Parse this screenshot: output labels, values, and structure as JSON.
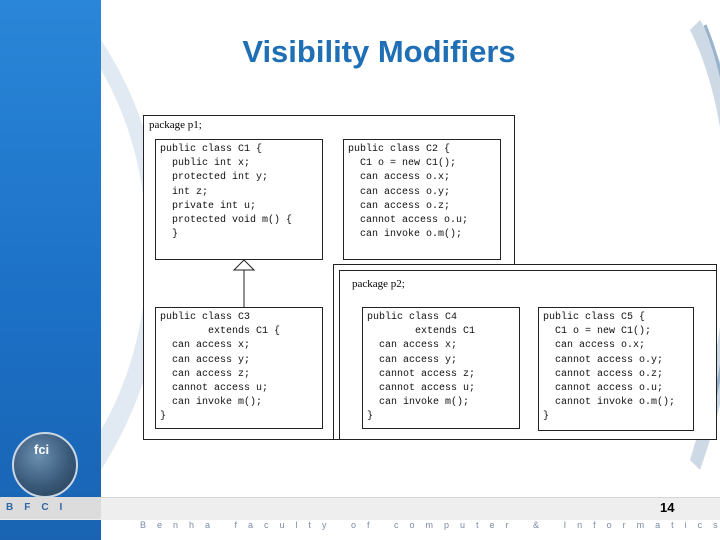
{
  "slide": {
    "title": "Visibility Modifiers",
    "page_number": "14",
    "brand": "BFCI",
    "tagline": "Benha faculty of computer & Informatics",
    "logo_text": "fci"
  },
  "packages": [
    {
      "label": "package p1;"
    },
    {
      "label": "package p2;"
    }
  ],
  "classes": [
    {
      "lines": [
        "public class C1 {",
        "  public int x;",
        "  protected int y;",
        "  int z;",
        "  private int u;",
        "",
        "  protected void m() {",
        "  }",
        "}"
      ]
    },
    {
      "lines": [
        "public class C2 {",
        "  C1 o = new C1();",
        "  can access o.x;",
        "  can access o.y;",
        "  can access o.z;",
        "  cannot access o.u;",
        "",
        "  can invoke o.m();",
        "}"
      ]
    },
    {
      "lines": [
        "public class C3",
        "        extends C1 {",
        "  can access x;",
        "  can access y;",
        "  can access z;",
        "  cannot access u;",
        "",
        "  can invoke m();",
        "}"
      ]
    },
    {
      "lines": [
        "public class C4",
        "        extends C1",
        "  can access x;",
        "  can access y;",
        "  cannot access z;",
        "  cannot access u;",
        "",
        "  can invoke m();",
        "}"
      ]
    },
    {
      "lines": [
        "public class C5 {",
        "  C1 o = new C1();",
        "  can access o.x;",
        "  cannot access o.y;",
        "  cannot access o.z;",
        "  cannot access o.u;",
        "",
        "  cannot invoke o.m();",
        "}"
      ]
    }
  ]
}
